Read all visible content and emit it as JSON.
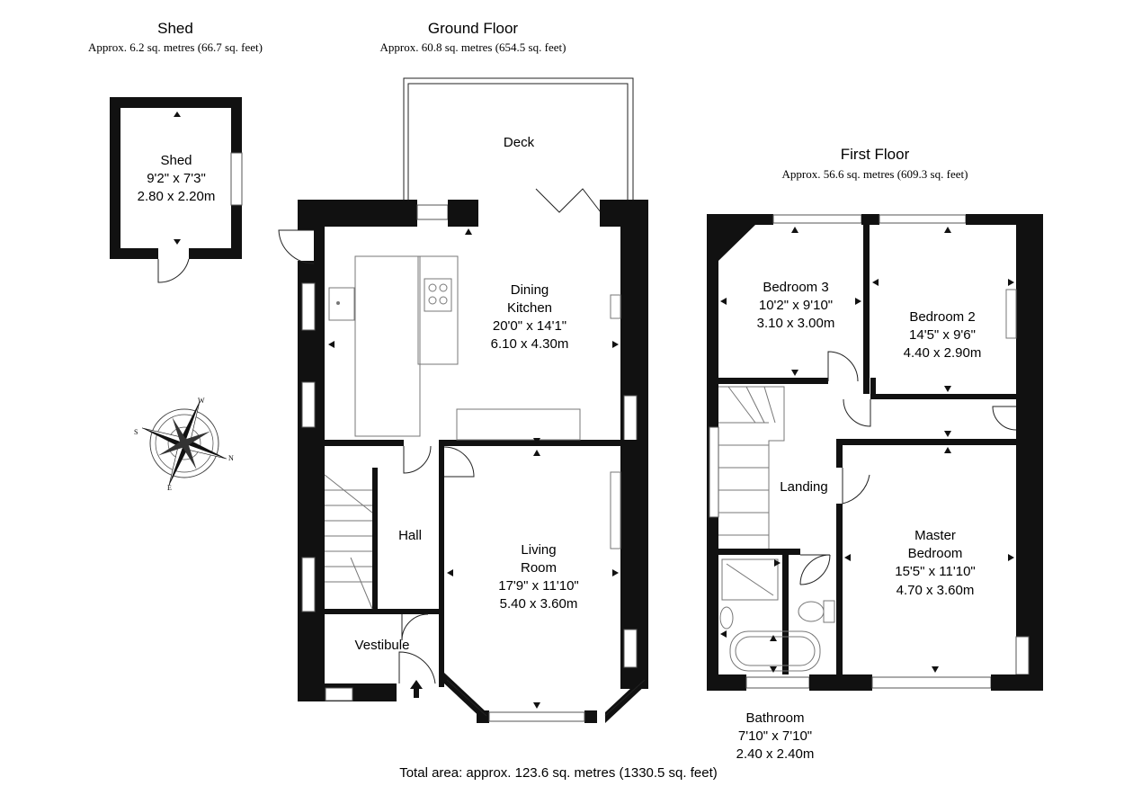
{
  "floors": {
    "shed": {
      "title": "Shed",
      "area": "Approx. 6.2 sq. metres (66.7 sq. feet)"
    },
    "ground": {
      "title": "Ground Floor",
      "area": "Approx. 60.8 sq. metres (654.5 sq. feet)"
    },
    "first": {
      "title": "First Floor",
      "area": "Approx. 56.6 sq. metres (609.3 sq. feet)"
    }
  },
  "rooms": {
    "shed": {
      "name": "Shed",
      "imperial": "9'2\" x 7'3\"",
      "metric": "2.80 x 2.20m"
    },
    "deck": {
      "name": "Deck"
    },
    "dining_kitchen": {
      "name_line1": "Dining",
      "name_line2": "Kitchen",
      "imperial": "20'0\" x 14'1\"",
      "metric": "6.10 x 4.30m"
    },
    "hall": {
      "name": "Hall"
    },
    "vestibule": {
      "name": "Vestibule"
    },
    "living_room": {
      "name_line1": "Living",
      "name_line2": "Room",
      "imperial": "17'9\" x 11'10\"",
      "metric": "5.40 x 3.60m"
    },
    "bedroom3": {
      "name": "Bedroom 3",
      "imperial": "10'2\" x 9'10\"",
      "metric": "3.10 x 3.00m"
    },
    "bedroom2": {
      "name": "Bedroom 2",
      "imperial": "14'5\" x 9'6\"",
      "metric": "4.40 x 2.90m"
    },
    "landing": {
      "name": "Landing"
    },
    "master": {
      "name_line1": "Master",
      "name_line2": "Bedroom",
      "imperial": "15'5\" x 11'10\"",
      "metric": "4.70 x 3.60m"
    },
    "bathroom": {
      "name": "Bathroom",
      "imperial": "7'10\" x 7'10\"",
      "metric": "2.40 x 2.40m"
    }
  },
  "compass": {
    "icon": "compass-rose-icon",
    "labels": [
      "W",
      "N",
      "E",
      "S"
    ]
  },
  "total_area": "Total area: approx. 123.6 sq. metres (1330.5 sq. feet)",
  "colors": {
    "wall": "#111111",
    "line": "#222222",
    "background": "#ffffff"
  }
}
